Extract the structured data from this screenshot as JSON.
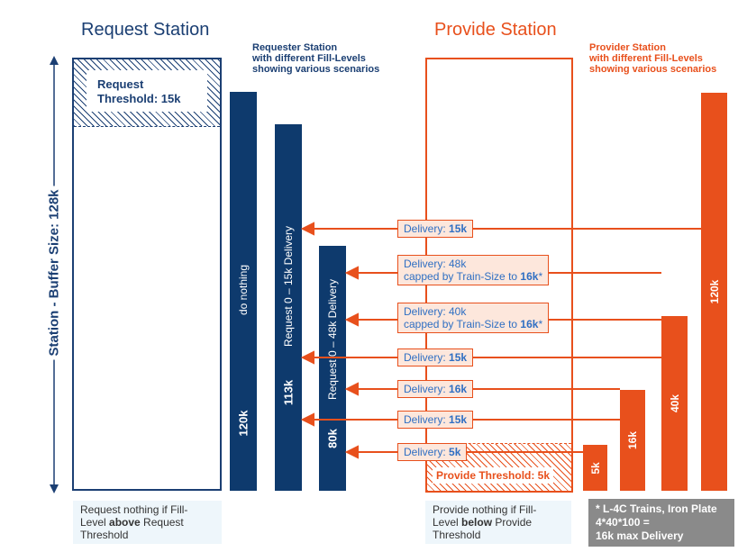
{
  "request": {
    "title": "Request Station",
    "subtitle_1": "Requester Station",
    "subtitle_2": "with different Fill-Levels",
    "subtitle_3": "showing various scenarios",
    "threshold_1": "Request",
    "threshold_2": "Threshold: 15k",
    "note_1": "Request nothing if Fill-",
    "note_2_pre": "Level ",
    "note_2_bold": "above",
    "note_2_post": " Request",
    "note_3": "Threshold"
  },
  "axis": {
    "label": "Station - Buffer Size: 128k"
  },
  "requester_bars": [
    {
      "value_label": "120k",
      "action": "do nothing",
      "fill": 120
    },
    {
      "value_label": "113k",
      "action": "Request 0 – 15k Delivery",
      "fill": 113
    },
    {
      "value_label": "80k",
      "action": "Request 0 – 48k Delivery",
      "fill": 80
    }
  ],
  "provide": {
    "title": "Provide Station",
    "subtitle_1": "Provider Station",
    "subtitle_2": "with different Fill-Levels",
    "subtitle_3": "showing various scenarios",
    "threshold": "Provide Threshold: 5k",
    "note_1": "Provide nothing if Fill-",
    "note_2_pre": "Level ",
    "note_2_bold": "below",
    "note_2_post": " Provide",
    "note_3": "Threshold"
  },
  "provider_bars": [
    {
      "value_label": "5k",
      "fill": 5
    },
    {
      "value_label": "16k",
      "fill": 16
    },
    {
      "value_label": "40k",
      "fill": 40
    },
    {
      "value_label": "120k",
      "fill": 120
    }
  ],
  "deliveries": [
    {
      "prefix": "Delivery: ",
      "amount": "15k",
      "line2_pre": "",
      "line2_bold": "",
      "line2_post": ""
    },
    {
      "prefix": "Delivery: 48k",
      "amount": "",
      "line2_pre": "capped by Train-Size to ",
      "line2_bold": "16k",
      "line2_post": "*"
    },
    {
      "prefix": "Delivery: 40k",
      "amount": "",
      "line2_pre": "capped by Train-Size to ",
      "line2_bold": "16k",
      "line2_post": "*"
    },
    {
      "prefix": "Delivery: ",
      "amount": "15k",
      "line2_pre": "",
      "line2_bold": "",
      "line2_post": ""
    },
    {
      "prefix": "Delivery: ",
      "amount": "16k",
      "line2_pre": "",
      "line2_bold": "",
      "line2_post": ""
    },
    {
      "prefix": "Delivery: ",
      "amount": "15k",
      "line2_pre": "",
      "line2_bold": "",
      "line2_post": ""
    },
    {
      "prefix": "Delivery: ",
      "amount": "5k",
      "line2_pre": "",
      "line2_bold": "",
      "line2_post": ""
    }
  ],
  "footnote": {
    "line_1": "* L-4C Trains, Iron Plate",
    "line_2": "4*40*100 =",
    "line_3": "16k max Delivery"
  },
  "colors": {
    "blue": "#0e3a6d",
    "orange": "#e8501c",
    "label_text": "#2f6fc3",
    "label_fill": "#fde7dc"
  }
}
